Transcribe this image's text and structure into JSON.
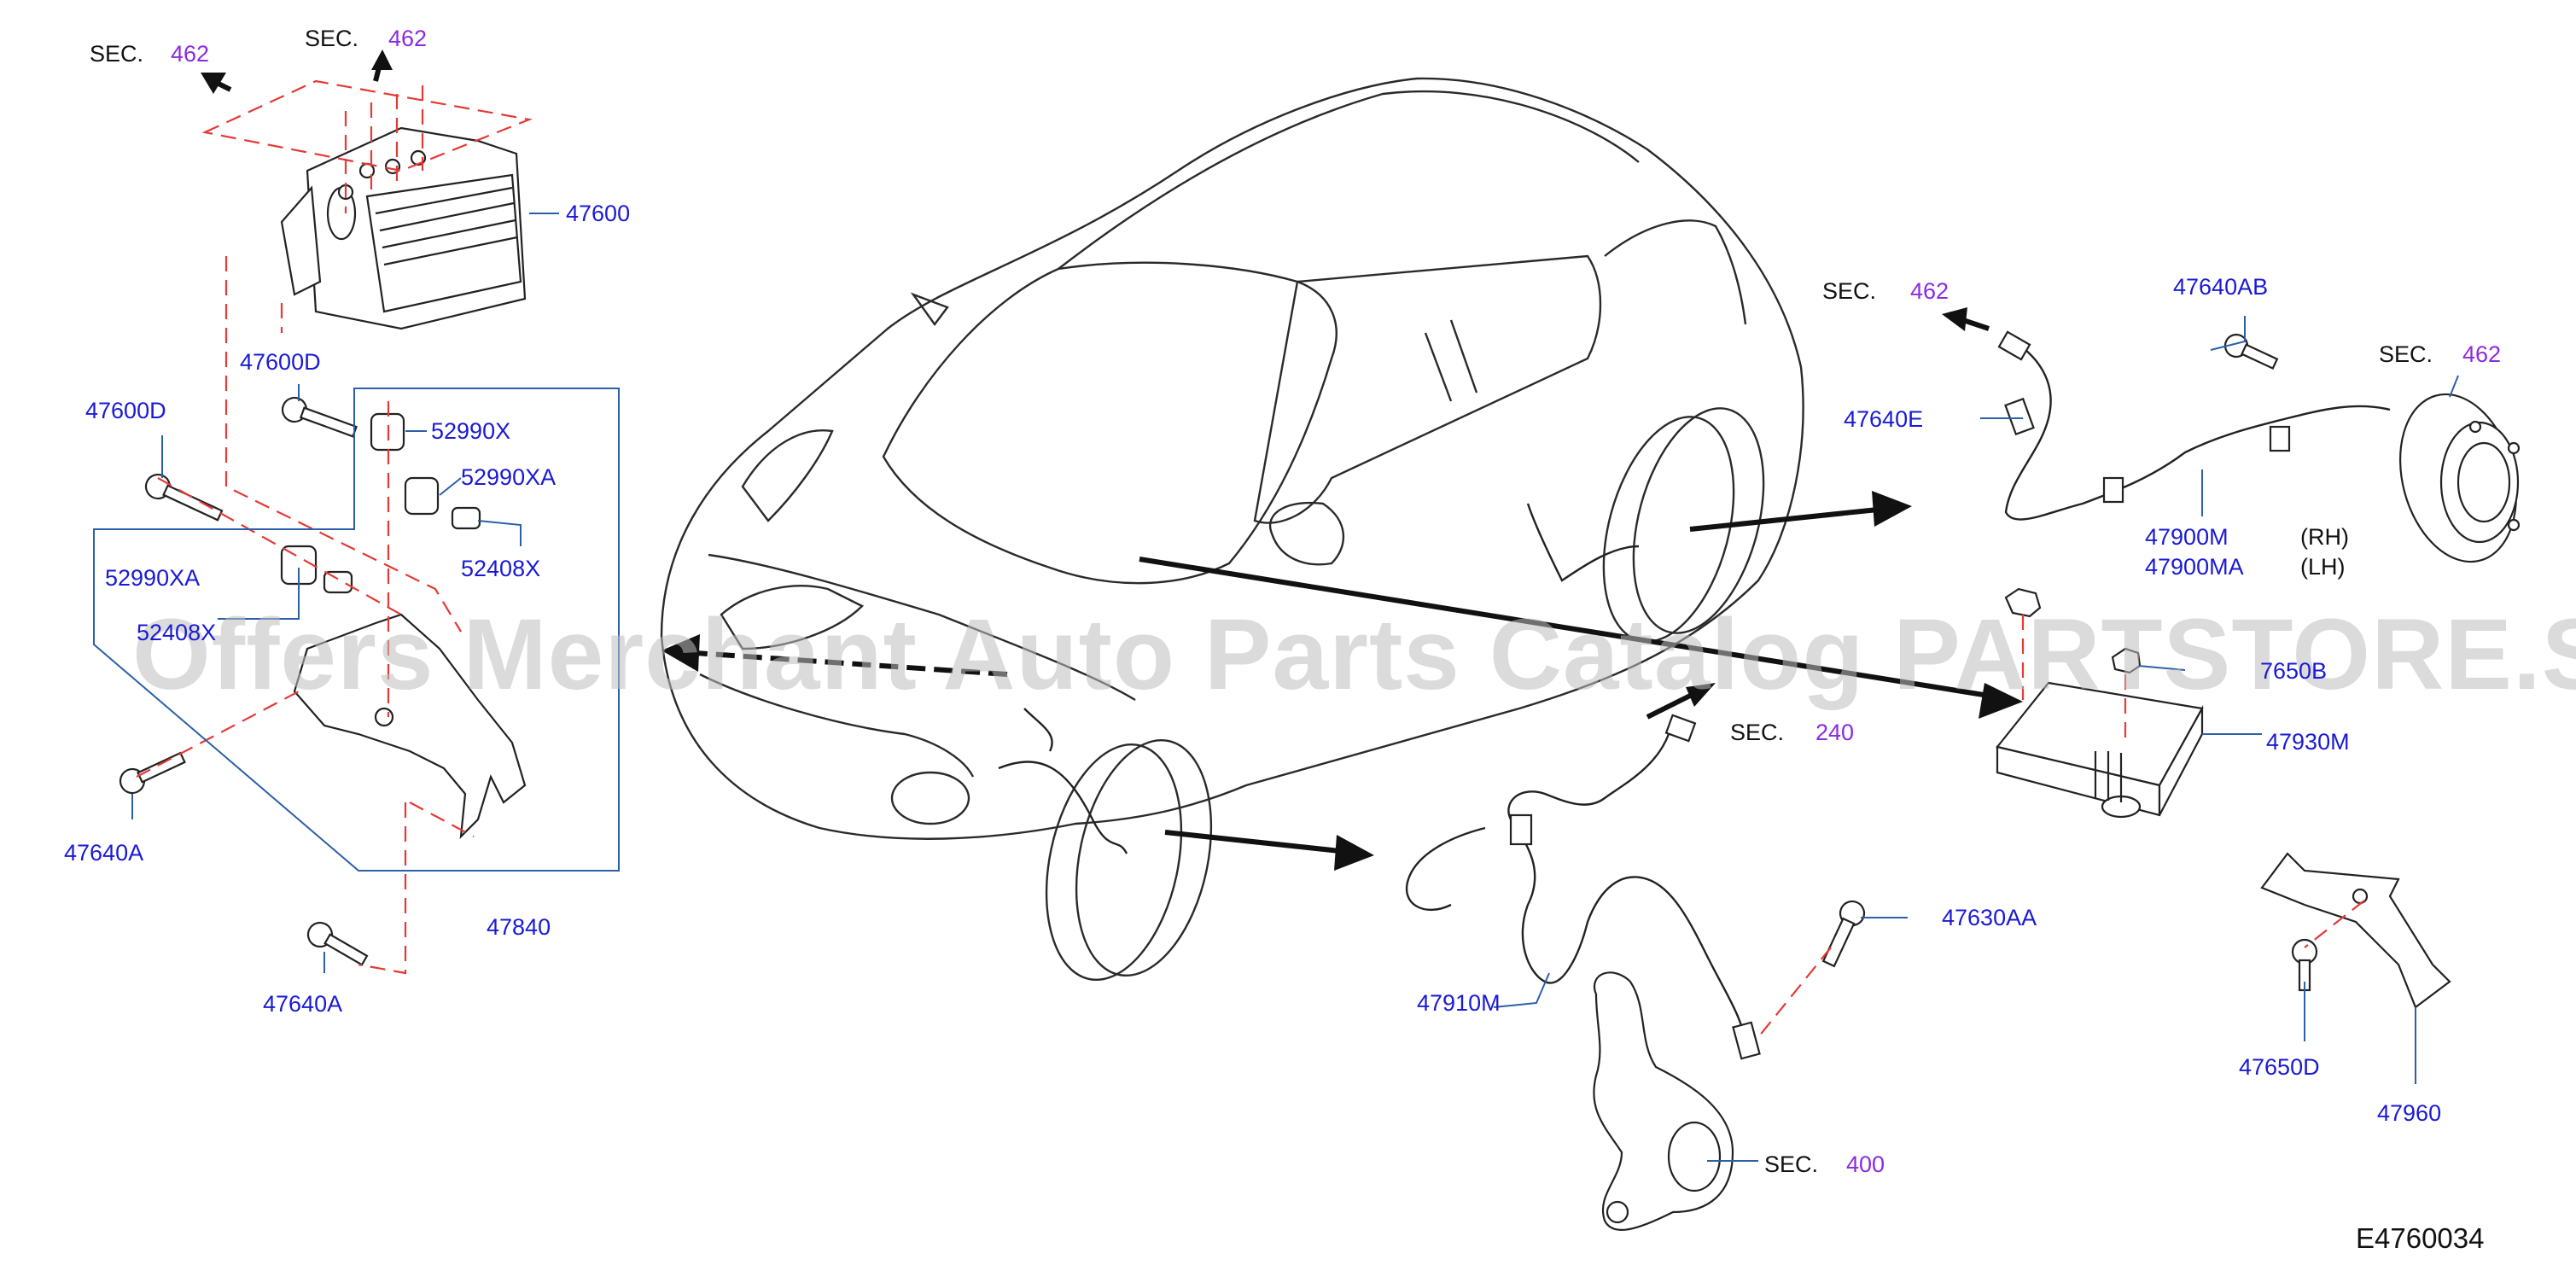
{
  "diagram": {
    "code": "E4760034",
    "watermark": "Offers Merchant Auto Parts Catalog PARTSTORE.SA",
    "sec_prefix": "SEC.",
    "sections": [
      {
        "id": "sec-1",
        "num": "462"
      },
      {
        "id": "sec-2",
        "num": "462"
      },
      {
        "id": "sec-3",
        "num": "462"
      },
      {
        "id": "sec-4",
        "num": "462"
      },
      {
        "id": "sec-5",
        "num": "240"
      },
      {
        "id": "sec-6",
        "num": "400"
      }
    ],
    "parts": [
      {
        "id": "p-47600",
        "text": "47600"
      },
      {
        "id": "p-47600d-a",
        "text": "47600D"
      },
      {
        "id": "p-47600d-b",
        "text": "47600D"
      },
      {
        "id": "p-52990x",
        "text": "52990X"
      },
      {
        "id": "p-52990xa-a",
        "text": "52990XA"
      },
      {
        "id": "p-52408x-a",
        "text": "52408X"
      },
      {
        "id": "p-52990xa-b",
        "text": "52990XA"
      },
      {
        "id": "p-52408x-b",
        "text": "52408X"
      },
      {
        "id": "p-47640a-a",
        "text": "47640A"
      },
      {
        "id": "p-47840",
        "text": "47840"
      },
      {
        "id": "p-47640a-b",
        "text": "47640A"
      },
      {
        "id": "p-47640ab",
        "text": "47640AB"
      },
      {
        "id": "p-47640e",
        "text": "47640E"
      },
      {
        "id": "p-47900m",
        "text": "47900M"
      },
      {
        "id": "p-47900ma",
        "text": "47900MA"
      },
      {
        "id": "p-7650b",
        "text": "7650B"
      },
      {
        "id": "p-47930m",
        "text": "47930M"
      },
      {
        "id": "p-47630aa",
        "text": "47630AA"
      },
      {
        "id": "p-47910m",
        "text": "47910M"
      },
      {
        "id": "p-47650d",
        "text": "47650D"
      },
      {
        "id": "p-47960",
        "text": "47960"
      }
    ],
    "suffixes": {
      "rh": "(RH)",
      "lh": "(LH)"
    }
  }
}
